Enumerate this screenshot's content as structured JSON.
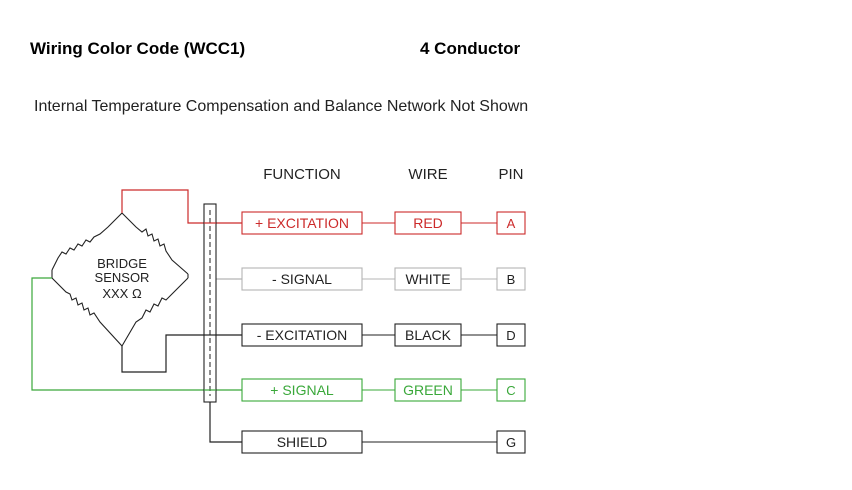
{
  "header": {
    "title": "Wiring Color Code (WCC1)",
    "conductor": "4 Conductor",
    "subtitle": "Internal Temperature Compensation and Balance Network Not Shown"
  },
  "columns": {
    "function": "FUNCTION",
    "wire": "WIRE",
    "pin": "PIN"
  },
  "sensor": {
    "line1": "BRIDGE",
    "line2": "SENSOR",
    "line3": "XXX Ω"
  },
  "rows": [
    {
      "function": "+ EXCITATION",
      "wire": "RED",
      "pin": "A",
      "color": "#cc2a2a"
    },
    {
      "function": "- SIGNAL",
      "wire": "WHITE",
      "pin": "B",
      "color": "#b4b4b4"
    },
    {
      "function": "- EXCITATION",
      "wire": "BLACK",
      "pin": "D",
      "color": "#222222"
    },
    {
      "function": "+ SIGNAL",
      "wire": "GREEN",
      "pin": "C",
      "color": "#3aa83a"
    },
    {
      "function": "SHIELD",
      "wire": "",
      "pin": "G",
      "color": "#222222"
    }
  ]
}
